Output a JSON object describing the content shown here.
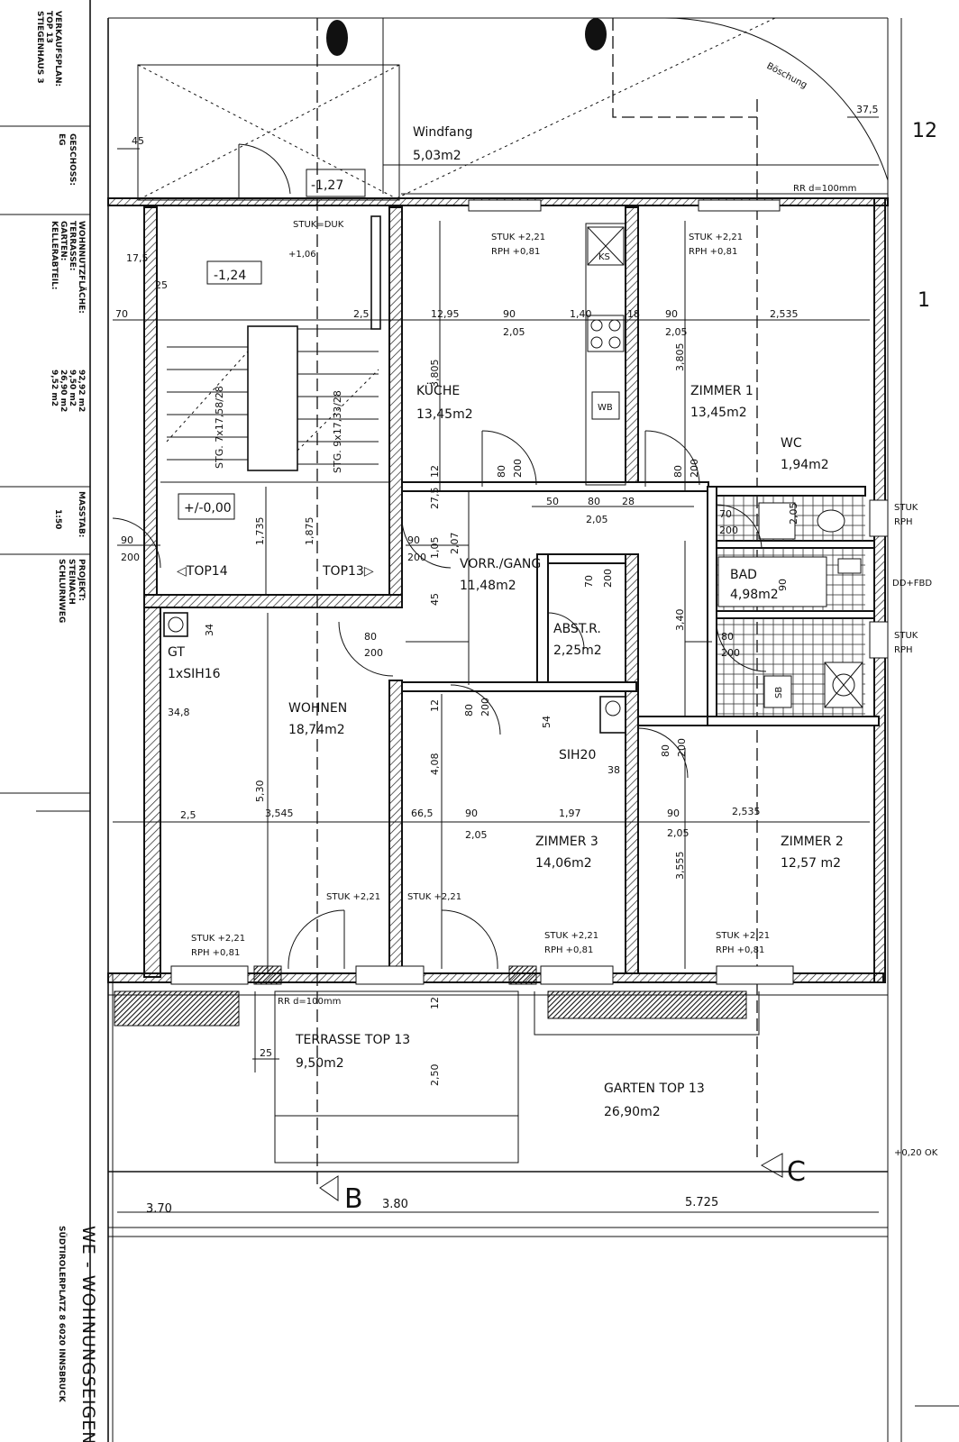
{
  "sidebar": {
    "b1": [
      "VERKAUFSPLAN:",
      "TOP 13",
      "STIEGENHAUS 3"
    ],
    "b2": [
      "GESCHOSS:",
      "EG"
    ],
    "b3": [
      "WOHNNUTZFLÄCHE:",
      "TERRASSE:",
      "GARTEN:",
      "KELLERABTEIL:"
    ],
    "b3v": [
      "92,92 m2",
      "9,50 m2",
      "26,90 m2",
      "9,52 m2"
    ],
    "b4": [
      "MASSTAB:",
      "1:50"
    ],
    "b5": [
      "PROJEKT:",
      "STEINACH",
      "SCHLURNWEG"
    ]
  },
  "footer": {
    "company": "WE - WOHNUNGSEIGENTUM",
    "address": "SÜDTIROLERPLATZ 8  6020 INNSBRUCK"
  },
  "rooms": {
    "windfang": [
      "Windfang",
      "5,03m2"
    ],
    "kueche": [
      "KÜCHE",
      "13,45m2"
    ],
    "zimmer1": [
      "ZIMMER 1",
      "13,45m2"
    ],
    "wc": [
      "WC",
      "1,94m2"
    ],
    "bad": [
      "BAD",
      "4,98m2"
    ],
    "gang": [
      "VORR./GANG",
      "11,48m2"
    ],
    "abstr": [
      "ABST.R.",
      "2,25m2"
    ],
    "wohnen": [
      "WOHNEN",
      "18,74m2"
    ],
    "zimmer3": [
      "ZIMMER 3",
      "14,06m2"
    ],
    "zimmer2": [
      "ZIMMER 2",
      "12,57 m2"
    ],
    "terrasse": [
      "TERRASSE TOP 13",
      "9,50m2"
    ],
    "garten": [
      "GARTEN TOP 13",
      "26,90m2"
    ]
  },
  "annotations": {
    "boeschung": "Böschung",
    "rr": "RR d=100mm",
    "rr2": "RR d=100mm",
    "stukduk": "STUK=DUK",
    "ks": "KS",
    "wb": "WB",
    "sb": "SB",
    "gt": "GT",
    "sih16": "1xSIH16",
    "sih20": "SIH20",
    "top14": "◁TOP14",
    "top13": "TOP13▷",
    "stair1": "STG. 7x17,58/28",
    "stair2": "STG. 9x17,33/28",
    "level_m127": "-1,27",
    "level_m124": "-1,24",
    "level_p106": "+1,06",
    "level_zero": "+/-0,00",
    "ok": "+0,20 OK",
    "dd": "DD+FBD",
    "stuk_rph": "STUK",
    "rph": "RPH",
    "marker_b": "B",
    "marker_c": "C",
    "num12": "12",
    "num1": "1"
  },
  "stuk_labels": [
    [
      "STUK +2,21",
      "RPH  +0,81"
    ],
    [
      "STUK +2,21",
      "RPH  +0,81"
    ],
    [
      "STUK +2,21",
      "RPH  +0,81"
    ],
    [
      "STUK +2,21",
      "RPH  +0,81"
    ],
    [
      "STUK +2,21",
      "RPH  +0,81"
    ],
    [
      "STUK +2,21",
      ""
    ],
    [
      "STUK +2,21",
      ""
    ]
  ],
  "dimensions": {
    "d45": "45",
    "d375": "37,5",
    "d175": "17,5",
    "d25": "25",
    "d70": "70",
    "d25b": "2,5",
    "d1295": "12,95",
    "d90a": "90",
    "d205a": "2,05",
    "d140": "1,40",
    "d18": "18",
    "d90b": "90",
    "d205b": "2,05",
    "d2535a": "2,535",
    "d3805a": "3,805",
    "d3805b": "3,805",
    "d1735": "1,735",
    "d1875": "1,875",
    "d90door": "90",
    "d200": "200",
    "d80": "80",
    "d200b": "200",
    "d50": "50",
    "d80b": "80",
    "d205c": "2,05",
    "d28": "28",
    "d70b": "70",
    "d200c": "200",
    "d340": "3,40",
    "d205d": "2,05",
    "d90e": "90",
    "d34": "34",
    "d348": "34,8",
    "d530": "5,30",
    "d3545": "3,545",
    "d665": "66,5",
    "d90f": "90",
    "d197": "1,97",
    "d90g": "90",
    "d2535b": "2,535",
    "d205e": "2,05",
    "d205f": "2,05",
    "d3555": "3,555",
    "d408": "4,08",
    "d54": "54",
    "d38": "38",
    "d250": "2,50",
    "d370": "3.70",
    "d380": "3.80",
    "d5725": "5.725",
    "d25c": "25",
    "d12": "12",
    "d275": "27,5",
    "d105": "1,05",
    "d207": "2,07",
    "d45b": "45"
  }
}
